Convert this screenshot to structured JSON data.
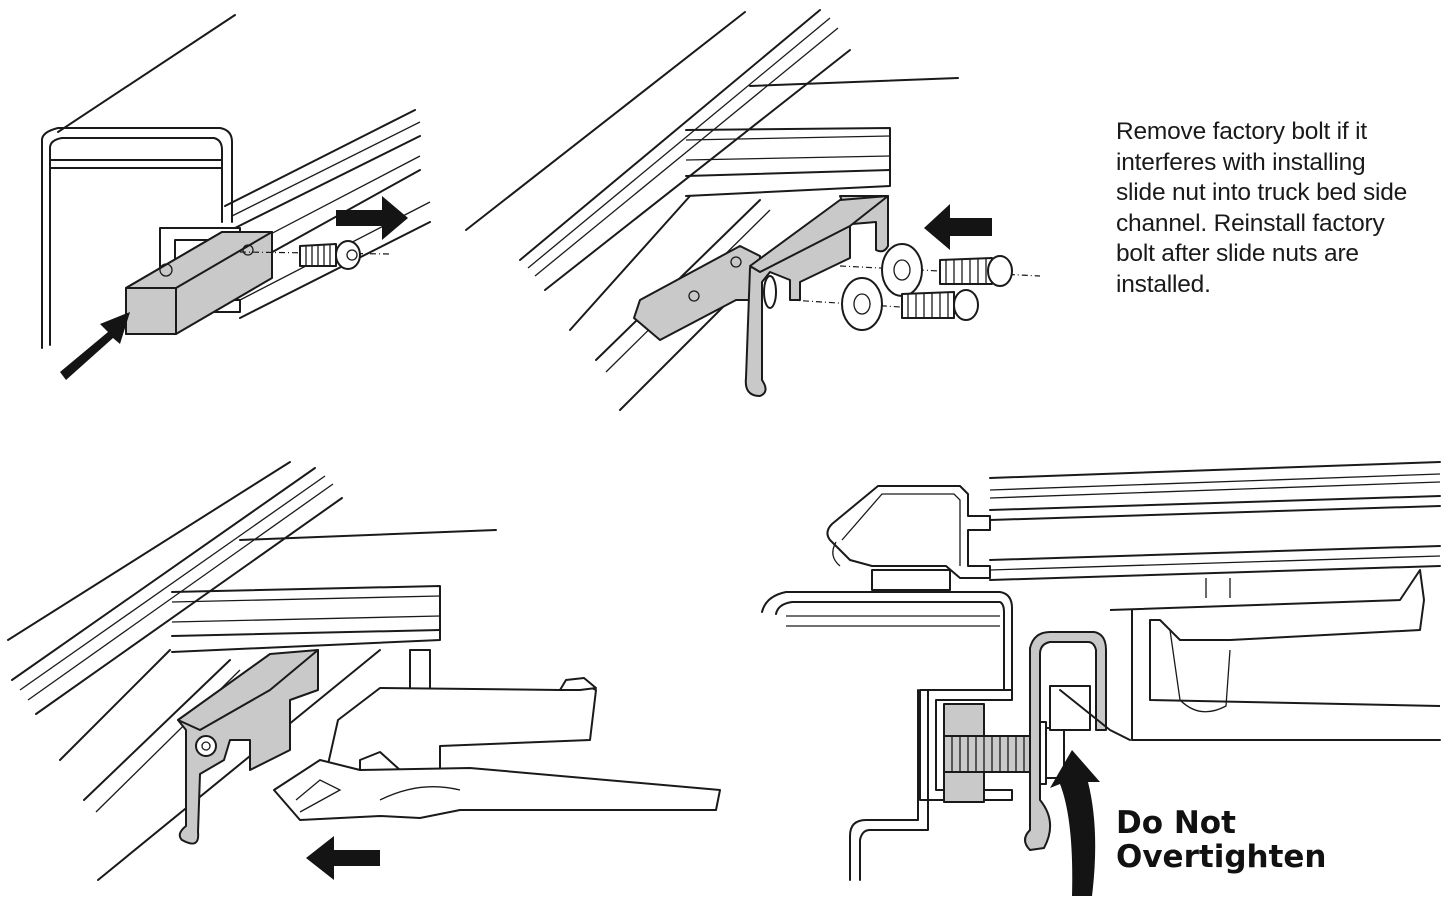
{
  "instructions": {
    "note": "Remove factory bolt if it interferes with installing slide nut into truck bed side channel. Reinstall factory bolt after slide nuts are installed.",
    "warning_line1": "Do Not",
    "warning_line2": "Overtighten"
  },
  "colors": {
    "ink": "#1a1a1a",
    "part_gray": "#c9c9c9",
    "arrow_black": "#141414"
  },
  "icons": [
    "direction-arrow",
    "curved-tighten-arrow"
  ]
}
